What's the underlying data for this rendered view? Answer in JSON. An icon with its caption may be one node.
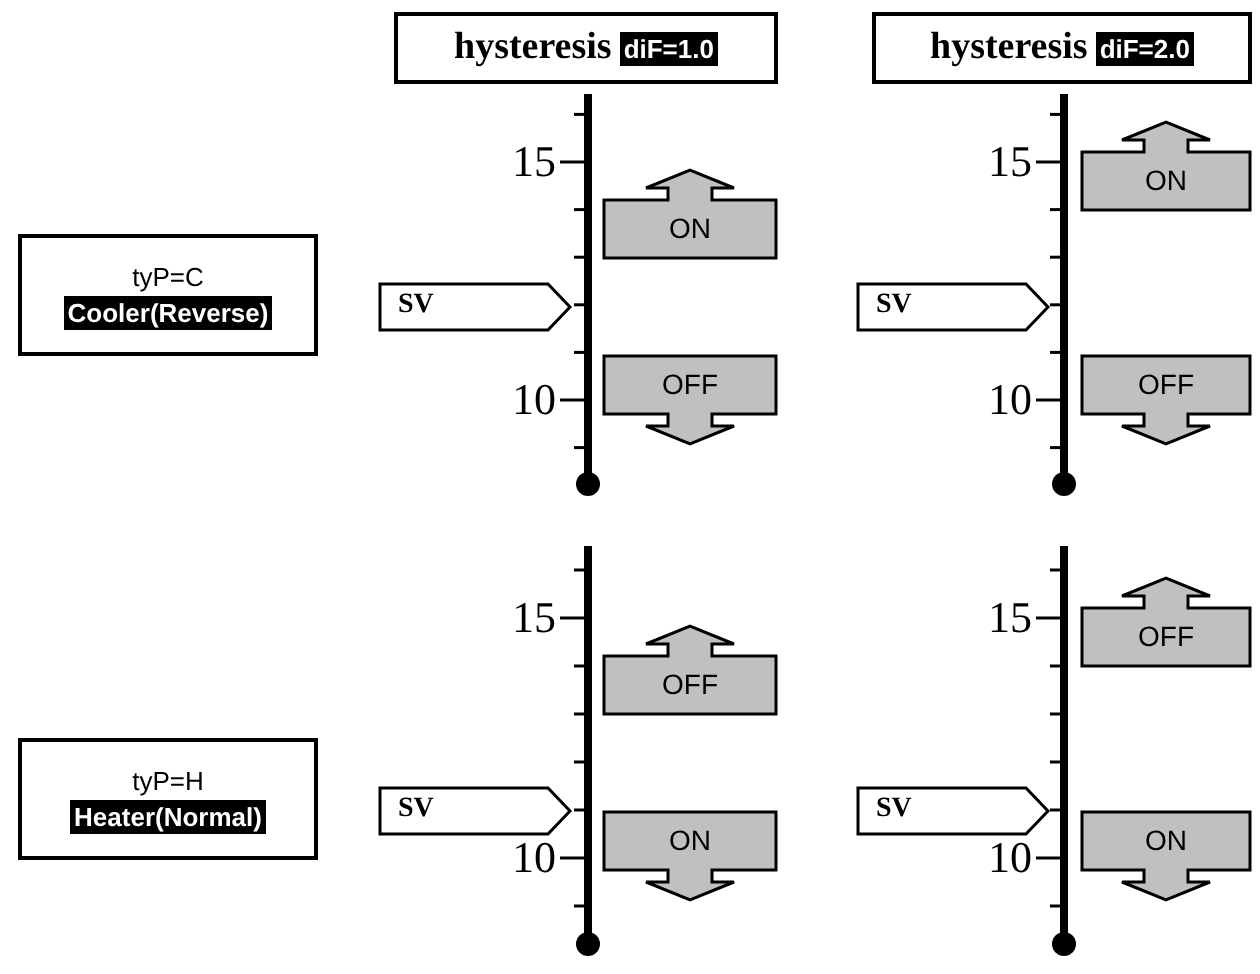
{
  "diagram": {
    "nodes": [
      {
        "text": [
          "hysteresis",
          "diF=1.0"
        ]
      },
      {
        "text": [
          "hysteresis",
          "diF=2.0"
        ]
      },
      {
        "text": [
          "tyP=C",
          "Cooler(Reverse)"
        ]
      },
      {
        "text": [
          "SV"
        ]
      },
      {
        "text": [
          "ON"
        ]
      },
      {
        "text": [
          "OFF"
        ]
      },
      {
        "text": [
          "SV"
        ]
      },
      {
        "text": [
          "ON"
        ]
      },
      {
        "text": [
          "OFF"
        ]
      },
      {
        "text": [
          "tyP=H",
          "Heater(Normal)"
        ]
      },
      {
        "text": [
          "SV"
        ]
      },
      {
        "text": [
          "OFF"
        ]
      },
      {
        "text": [
          "ON"
        ]
      },
      {
        "text": [
          "SV"
        ]
      },
      {
        "text": [
          "OFF"
        ]
      },
      {
        "text": [
          "ON"
        ]
      }
    ],
    "labels": [
      "15",
      "15",
      "10",
      "10",
      "15",
      "15",
      "10",
      "10"
    ]
  }
}
